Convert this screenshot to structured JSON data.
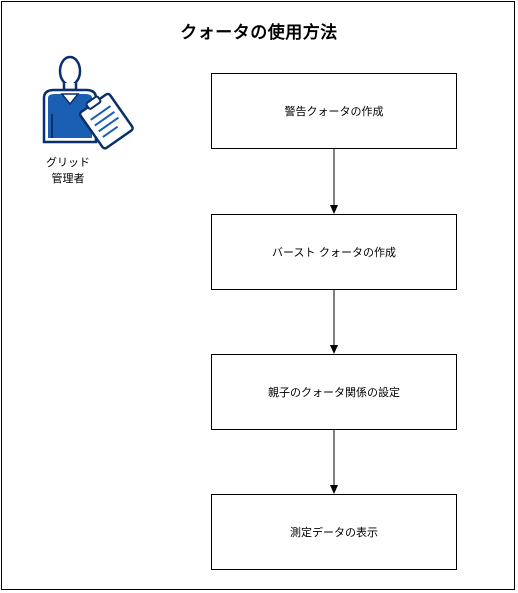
{
  "diagram": {
    "title": "クォータの使用方法",
    "actor": {
      "icon": "grid-admin-icon",
      "label_line1": "グリッド",
      "label_line2": "管理者"
    },
    "steps": [
      {
        "label": "警告クォータの作成"
      },
      {
        "label": "バースト クォータの作成"
      },
      {
        "label": "親子のクォータ関係の設定"
      },
      {
        "label": "測定データの表示"
      }
    ],
    "colors": {
      "icon_primary": "#1a5fb4",
      "icon_outline": "#0a2f6b",
      "line": "#000000"
    }
  }
}
